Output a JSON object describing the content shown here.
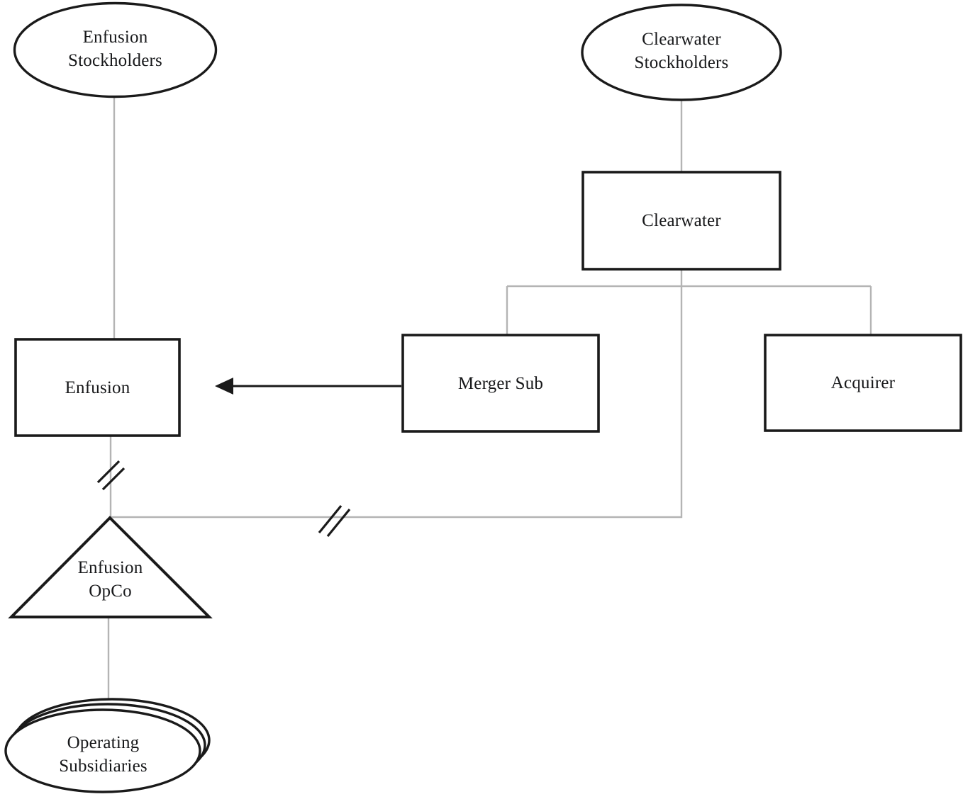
{
  "diagram": {
    "type": "corporate-structure-merger-diagram",
    "background_color": "#ffffff",
    "shape_stroke_color": "#1a1a1a",
    "connector_color": "#b4b4b4",
    "arrow_color": "#1a1a1a",
    "nodes": [
      {
        "id": "enfusion-stockholders",
        "label": "Enfusion\nStockholders",
        "shape": "ellipse"
      },
      {
        "id": "clearwater-stockholders",
        "label": "Clearwater\nStockholders",
        "shape": "ellipse"
      },
      {
        "id": "clearwater",
        "label": "Clearwater",
        "shape": "rectangle"
      },
      {
        "id": "enfusion",
        "label": "Enfusion",
        "shape": "rectangle"
      },
      {
        "id": "merger-sub",
        "label": "Merger Sub",
        "shape": "rectangle"
      },
      {
        "id": "acquirer",
        "label": "Acquirer",
        "shape": "rectangle"
      },
      {
        "id": "enfusion-opco",
        "label": "Enfusion\nOpCo",
        "shape": "triangle"
      },
      {
        "id": "operating-subsidiaries",
        "label": "Operating\nSubsidiaries",
        "shape": "stacked-ellipse"
      }
    ],
    "connectors": [
      {
        "id": "enfusion-stockholders-to-enfusion",
        "from": "enfusion-stockholders",
        "to": "enfusion",
        "style": "solid-gray"
      },
      {
        "id": "clearwater-stockholders-to-clearwater",
        "from": "clearwater-stockholders",
        "to": "clearwater",
        "style": "solid-gray"
      },
      {
        "id": "clearwater-to-merger-sub",
        "from": "clearwater",
        "to": "merger-sub",
        "style": "solid-gray"
      },
      {
        "id": "clearwater-to-acquirer",
        "from": "clearwater",
        "to": "acquirer",
        "style": "solid-gray"
      },
      {
        "id": "clearwater-to-enfusion-opco",
        "from": "clearwater",
        "to": "enfusion-opco",
        "style": "solid-gray-with-break-marks"
      },
      {
        "id": "enfusion-to-enfusion-opco",
        "from": "enfusion",
        "to": "enfusion-opco",
        "style": "solid-gray-with-break-marks"
      },
      {
        "id": "enfusion-opco-to-operating-subsidiaries",
        "from": "enfusion-opco",
        "to": "operating-subsidiaries",
        "style": "solid-gray"
      },
      {
        "id": "merger-sub-merges-into-enfusion",
        "from": "merger-sub",
        "to": "enfusion",
        "style": "black-arrow"
      }
    ],
    "break_marks": [
      {
        "id": "break-mark-enfusion-opco-vertical",
        "on_connector": "enfusion-to-enfusion-opco"
      },
      {
        "id": "break-mark-clearwater-opco-horizontal",
        "on_connector": "clearwater-to-enfusion-opco"
      }
    ]
  }
}
